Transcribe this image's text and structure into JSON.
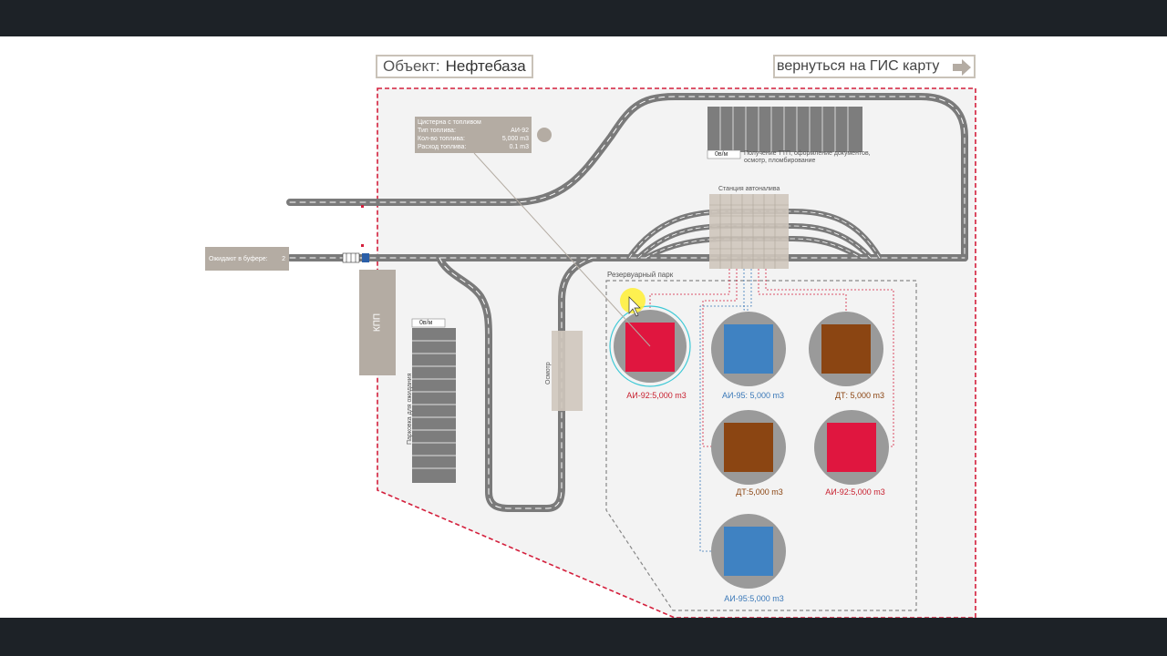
{
  "header": {
    "object_label": "Объект:",
    "object_name": "Нефтебаза",
    "back_button_label": "вернуться на ГИС карту",
    "back_icon": "arrow-right-icon"
  },
  "info_panel": {
    "title": "Цистерна с топливом",
    "rows": [
      {
        "label": "Тип топлива:",
        "value": "АИ-92"
      },
      {
        "label": "Кол-во топлива:",
        "value": "5,000 m3"
      },
      {
        "label": "Расход топлива:",
        "value": "0.1 m3"
      }
    ]
  },
  "buffer": {
    "label": "Ожидают в буфере:",
    "count": "2"
  },
  "kpp_label": "КПП",
  "parking": {
    "counter": "0в/м",
    "label": "Парковка для ожидания"
  },
  "ttp": {
    "counter": "0в/м",
    "label_line1": "Получение ТТП, оформление документов,",
    "label_line2": "осмотр, пломбирование"
  },
  "station_label": "Станция автоналива",
  "inspection_label": "Осмотр",
  "tank_park_label": "Резервуарный парк",
  "tanks": [
    {
      "label": "АИ-92:5,000 m3",
      "color": "#e0163f",
      "label_color": "#c8202f"
    },
    {
      "label": "АИ-95: 5,000 m3",
      "color": "#3f82c2",
      "label_color": "#3a78b8"
    },
    {
      "label": "ДТ: 5,000 m3",
      "color": "#8b4512",
      "label_color": "#8b4512"
    },
    {
      "label": "ДТ:5,000 m3",
      "color": "#8b4512",
      "label_color": "#8b4512"
    },
    {
      "label": "АИ-92:5,000 m3",
      "color": "#e0163f",
      "label_color": "#c8202f"
    },
    {
      "label": "АИ-95:5,000 m3",
      "color": "#3f82c2",
      "label_color": "#3a78b8"
    }
  ],
  "colors": {
    "boundary": "#d41f3c",
    "road": "#7a7a7a",
    "panel": "#b4aca3",
    "selection": "#3ec9d6",
    "cursor_highlight": "#ffee33"
  }
}
